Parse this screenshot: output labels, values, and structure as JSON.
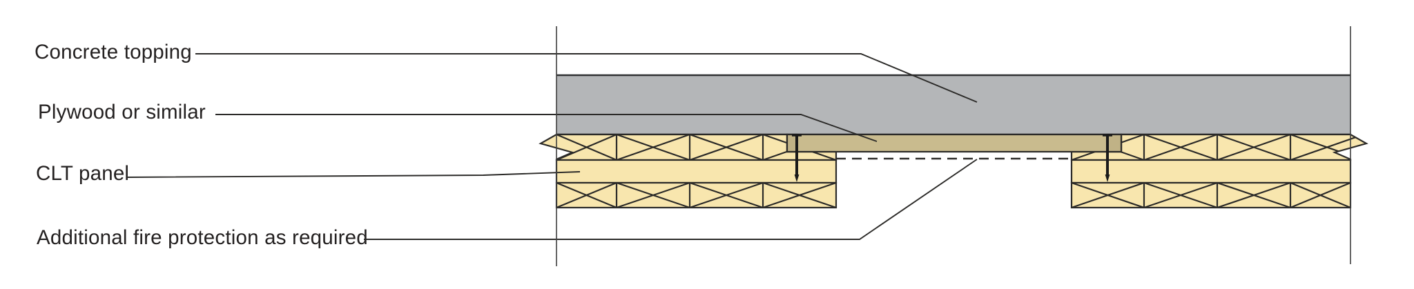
{
  "diagram": {
    "labels": {
      "concrete": "Concrete topping",
      "plywood": "Plywood or similar",
      "clt": "CLT panel",
      "fire": "Additional fire protection as required"
    },
    "colors": {
      "concrete_fill": "#b4b6b8",
      "clt_fill": "#f8e6ae",
      "plywood_fill": "#c9bb8e",
      "plywood_end_fill": "#c0b286",
      "outline": "#2b2a28",
      "text": "#242121"
    }
  }
}
